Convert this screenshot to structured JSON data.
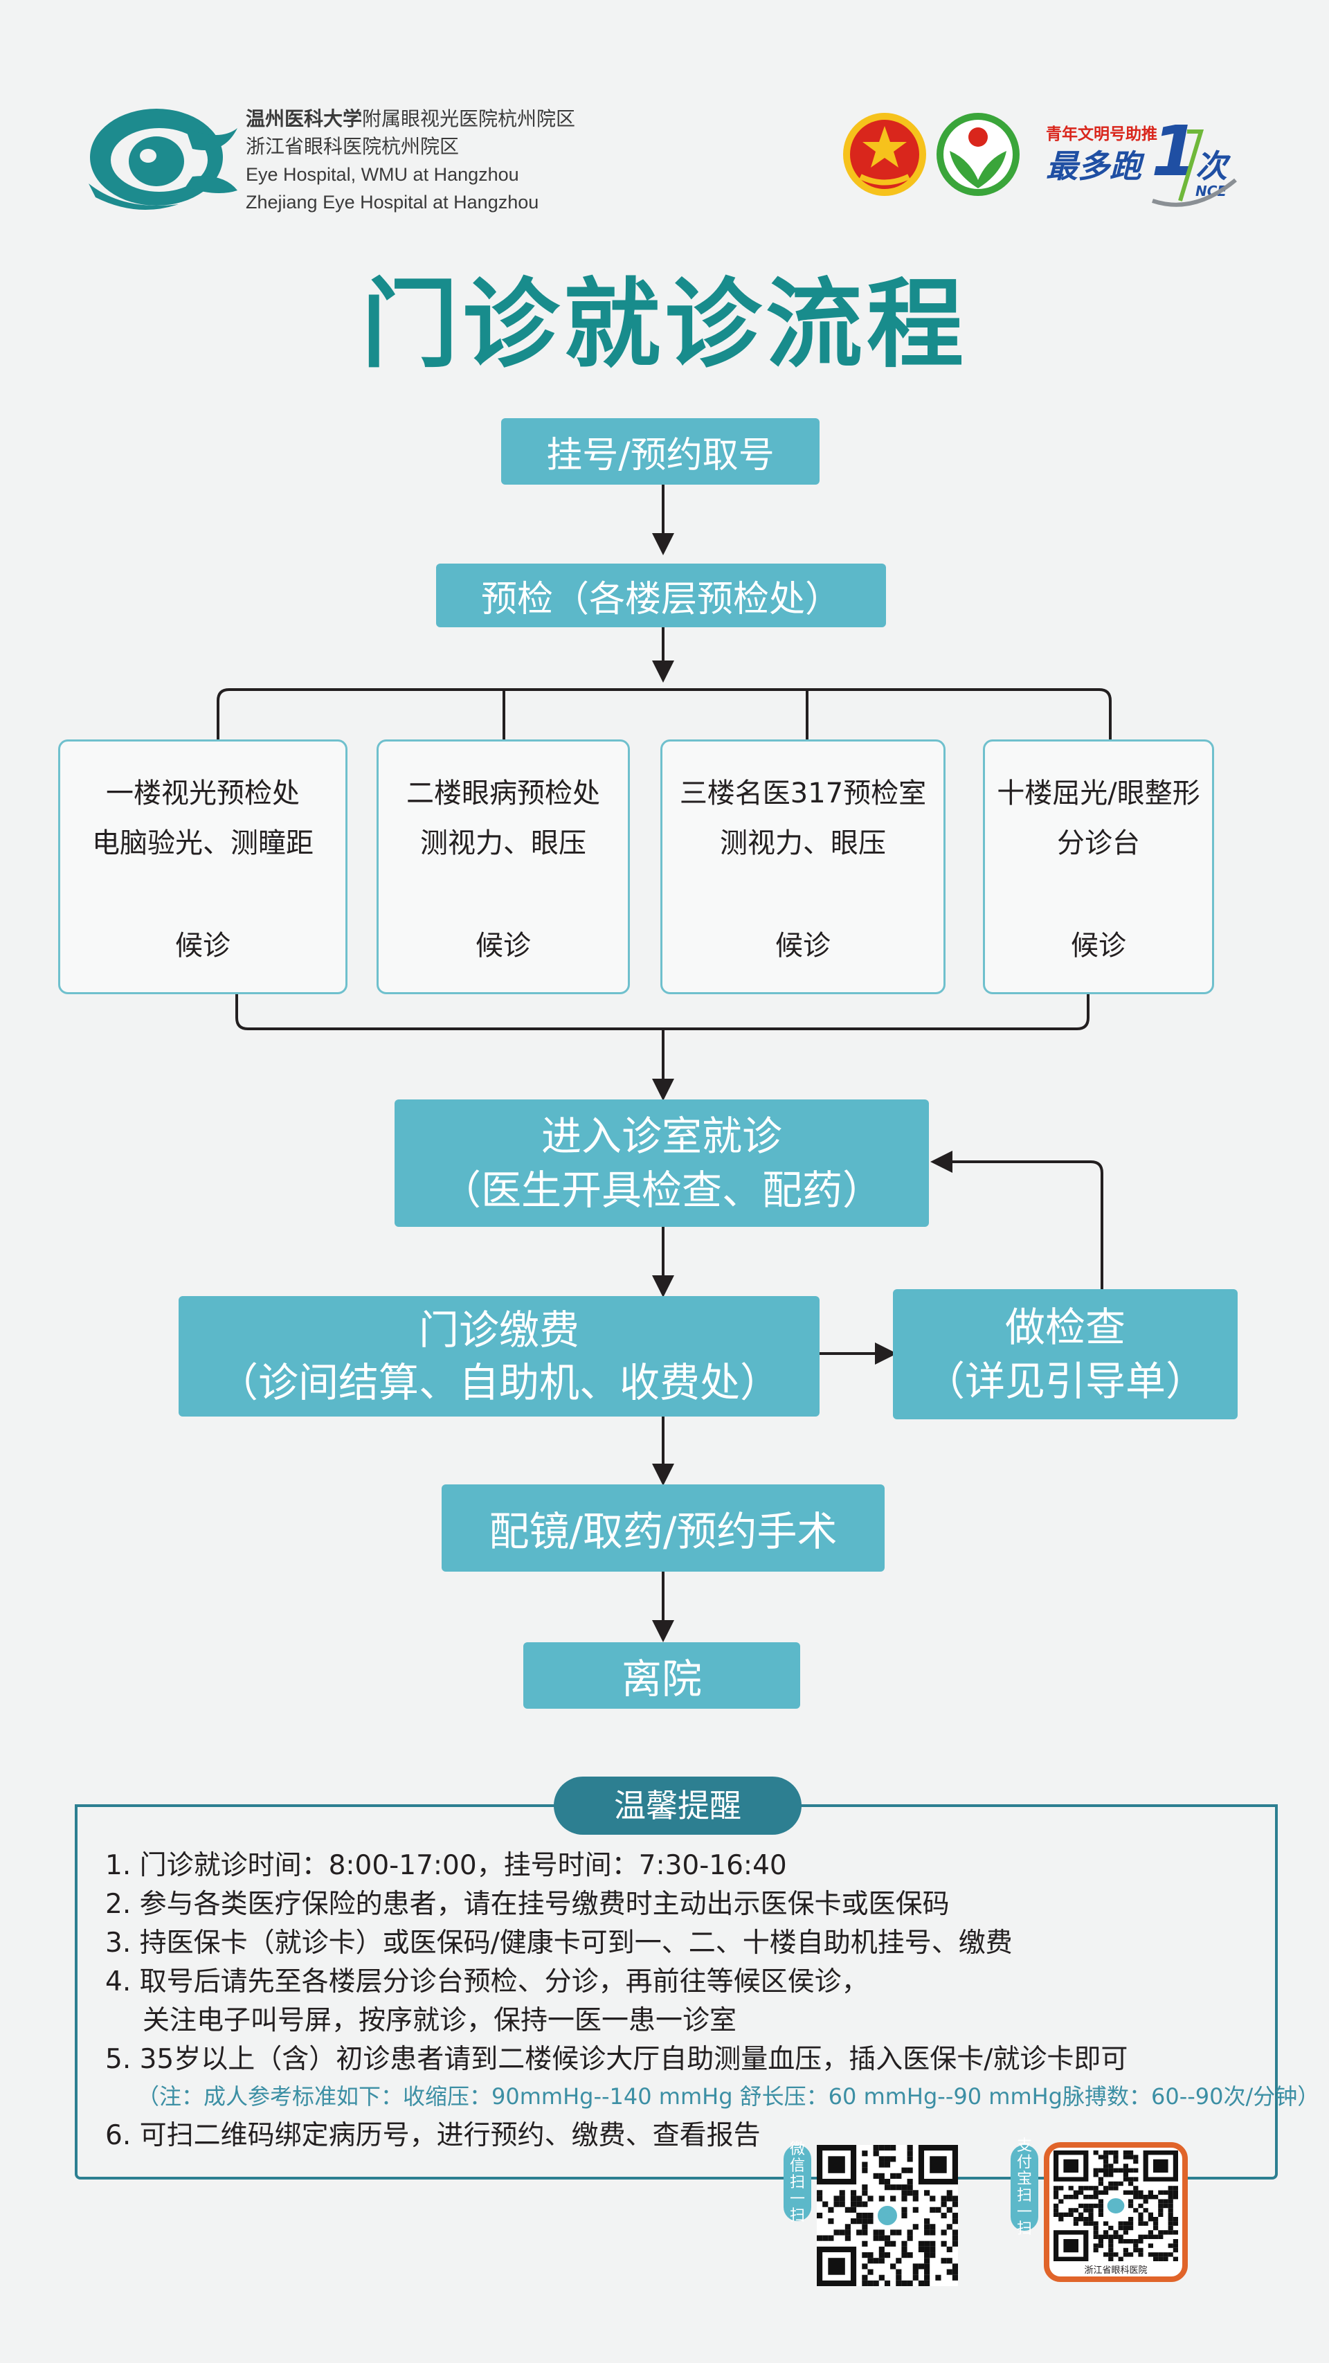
{
  "header": {
    "hospital_line1_bold": "温州医科大学",
    "hospital_line1_rest": "附属眼视光医院杭州院区",
    "hospital_line2": "浙江省眼科医院杭州院区",
    "hospital_line3": "Eye Hospital, WMU at Hangzhou",
    "hospital_line4": "Zhejiang Eye Hospital at Hangzhou",
    "badge_text_top": "青年文明号助推",
    "badge_text_main": "最多跑",
    "badge_text_num": "1",
    "badge_text_suffix": "次",
    "badge_text_once": "NCE"
  },
  "title": "门诊就诊流程",
  "flow": {
    "step1": "挂号/预约取号",
    "step2": "预检（各楼层预检处）",
    "branches": [
      {
        "line1": "一楼视光预检处",
        "line2": "电脑验光、测瞳距",
        "wait": "候诊"
      },
      {
        "line1": "二楼眼病预检处",
        "line2": "测视力、眼压",
        "wait": "候诊"
      },
      {
        "line1": "三楼名医317预检室",
        "line2": "测视力、眼压",
        "wait": "候诊"
      },
      {
        "line1": "十楼屈光/眼整形",
        "line2": "分诊台",
        "wait": "候诊"
      }
    ],
    "consult_line1": "进入诊室就诊",
    "consult_line2": "（医生开具检查、配药）",
    "pay_line1": "门诊缴费",
    "pay_line2": "（诊间结算、自助机、收费处）",
    "exam_line1": "做检查",
    "exam_line2": "（详见引导单）",
    "step_glasses": "配镜/取药/预约手术",
    "leave": "离院"
  },
  "reminders": {
    "title": "温馨提醒",
    "items": [
      "1. 门诊就诊时间：8:00-17:00，挂号时间：7:30-16:40",
      "2. 参与各类医疗保险的患者，请在挂号缴费时主动出示医保卡或医保码",
      "3. 持医保卡（就诊卡）或医保码/健康卡可到一、二、十楼自助机挂号、缴费",
      "4. 取号后请先至各楼层分诊台预检、分诊，再前往等候区侯诊，",
      "关注电子叫号屏，按序就诊，保持一医一患一诊室",
      "5. 35岁以上（含）初诊患者请到二楼候诊大厅自助测量血压，插入医保卡/就诊卡即可",
      "6. 可扫二维码绑定病历号，进行预约、缴费、查看报告"
    ],
    "note": "（注：成人参考标准如下：收缩压：90mmHg--140 mmHg 舒长压：60 mmHg--90 mmHg脉搏数：60--90次/分钟）"
  },
  "qr": {
    "wechat_label": "微信扫一扫",
    "alipay_label": "支付宝扫一扫",
    "alipay_caption": "浙江省眼科医院"
  },
  "colors": {
    "box": "#5cb8c9",
    "title": "#188c8c",
    "panel": "#2d7f91",
    "note": "#3c8fa4",
    "alipay_orange": "#e0642a"
  }
}
